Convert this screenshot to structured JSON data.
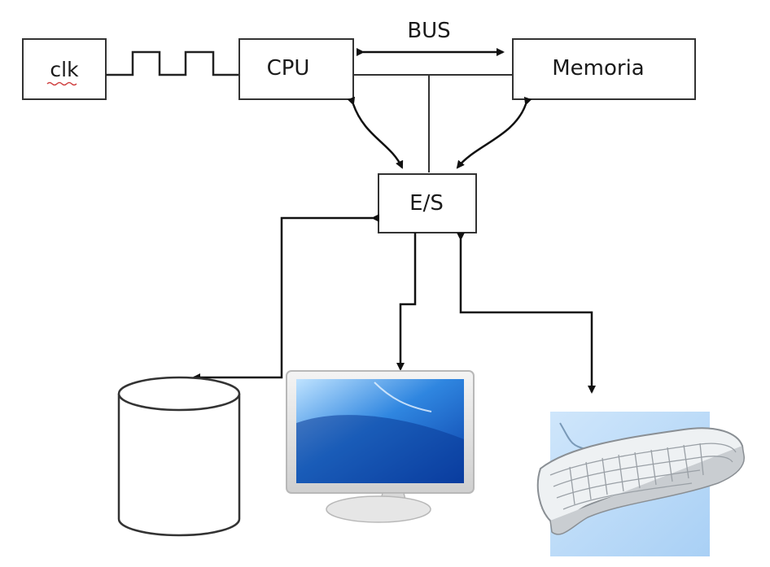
{
  "diagram": {
    "bus_label": "BUS",
    "clk_label": "clk",
    "cpu_label": "CPU",
    "memory_label": "Memoria",
    "io_label": "E/S"
  },
  "icons": [
    "disk-cylinder-icon",
    "monitor-icon",
    "keyboard-icon"
  ]
}
